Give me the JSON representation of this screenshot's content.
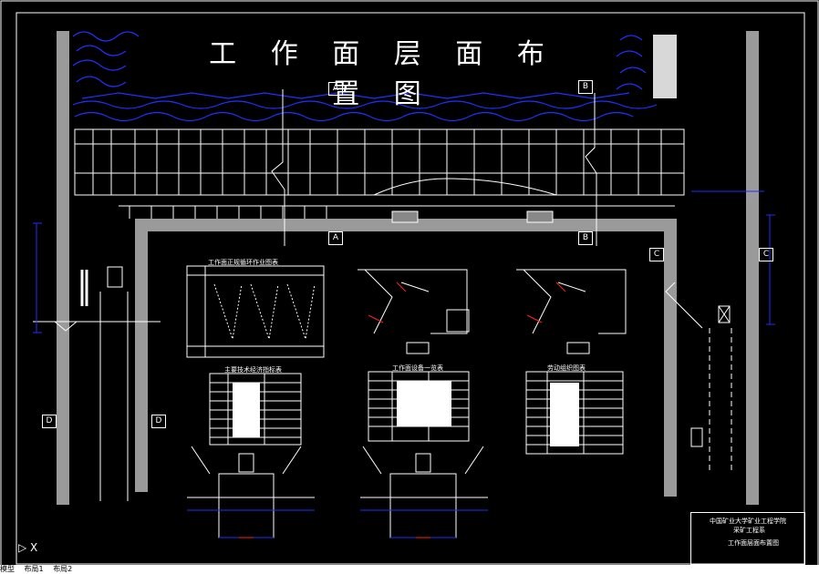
{
  "drawing": {
    "title": "工 作 面 层 面 布 置 图",
    "section_markers": [
      "A",
      "B",
      "C",
      "D"
    ]
  },
  "tables": {
    "cycle_chart_title": "工作面正规循环作业图表",
    "table_left_title": "主要技术经济指标表",
    "table_mid_title": "工作面设备一览表",
    "table_right_title": "劳动组织图表"
  },
  "title_block": {
    "school": "中国矿业大学矿业工程学院",
    "department": "采矿工程系",
    "drawing_name": "工作面层面布置图"
  },
  "layout_tabs": [
    "模型",
    "布局1",
    "布局2"
  ],
  "colors": {
    "background": "#000000",
    "rock": "#2030ff",
    "roadway": "#9a9a9a",
    "lines": "#ffffff",
    "accent": "#ff2020"
  }
}
